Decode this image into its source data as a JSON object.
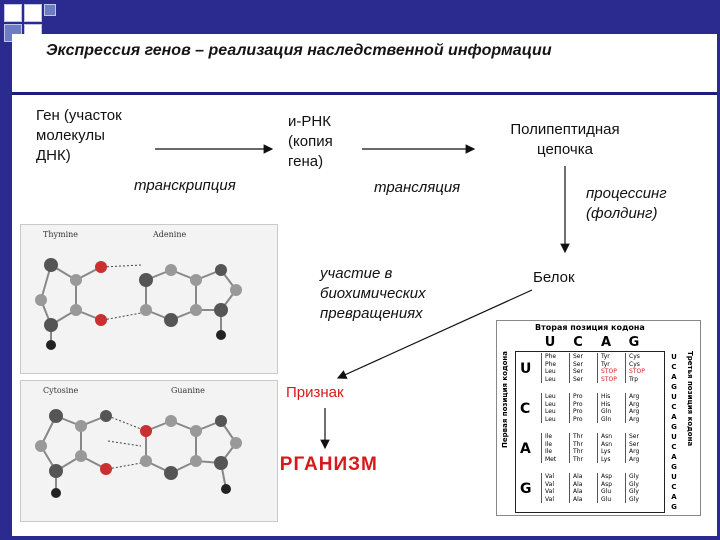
{
  "slide": {
    "title": "Экспрессия генов – реализация наследственной информации"
  },
  "flow": {
    "gene": "Ген (участок молекулы ДНК)",
    "transcription": "транскрипция",
    "mrna": "и-РНК (копия гена)",
    "translation": "трансляция",
    "polypeptide": "Полипептидная цепочка",
    "processing": "процессинг (фолдинг)",
    "protein": "Белок",
    "participation": "участие в биохимических превращениях",
    "trait": "Признак",
    "organism": "ОРГАНИЗМ"
  },
  "molecules": {
    "pair1": [
      "Thymine",
      "Adenine"
    ],
    "pair2": [
      "Cytosine",
      "Guanine"
    ]
  },
  "codon_table": {
    "title": "Вторая позиция кодона",
    "first_label": "Первая позиция кодона",
    "third_label": "Третья позиция кодона",
    "second": [
      "U",
      "C",
      "A",
      "G"
    ],
    "first": [
      "U",
      "C",
      "A",
      "G"
    ],
    "third": [
      "U",
      "C",
      "A",
      "G",
      "U",
      "C",
      "A",
      "G",
      "U",
      "C",
      "A",
      "G",
      "U",
      "C",
      "A",
      "G"
    ],
    "stop_color": "#d61a1a",
    "rows": [
      [
        [
          "Phe",
          "Phe",
          "Leu",
          "Leu"
        ],
        [
          "Ser",
          "Ser",
          "Ser",
          "Ser"
        ],
        [
          "Tyr",
          "Tyr",
          "STOP",
          "STOP"
        ],
        [
          "Cys",
          "Cys",
          "STOP",
          "Trp"
        ]
      ],
      [
        [
          "Leu",
          "Leu",
          "Leu",
          "Leu"
        ],
        [
          "Pro",
          "Pro",
          "Pro",
          "Pro"
        ],
        [
          "His",
          "His",
          "Gln",
          "Gln"
        ],
        [
          "Arg",
          "Arg",
          "Arg",
          "Arg"
        ]
      ],
      [
        [
          "Ile",
          "Ile",
          "Ile",
          "Met"
        ],
        [
          "Thr",
          "Thr",
          "Thr",
          "Thr"
        ],
        [
          "Asn",
          "Asn",
          "Lys",
          "Lys"
        ],
        [
          "Ser",
          "Ser",
          "Arg",
          "Arg"
        ]
      ],
      [
        [
          "Val",
          "Val",
          "Val",
          "Val"
        ],
        [
          "Ala",
          "Ala",
          "Ala",
          "Ala"
        ],
        [
          "Asp",
          "Asp",
          "Glu",
          "Glu"
        ],
        [
          "Gly",
          "Gly",
          "Gly",
          "Gly"
        ]
      ]
    ]
  },
  "colors": {
    "background": "#2a2a8f",
    "accent": "#d61a1a",
    "divider": "#1c1c7a"
  }
}
